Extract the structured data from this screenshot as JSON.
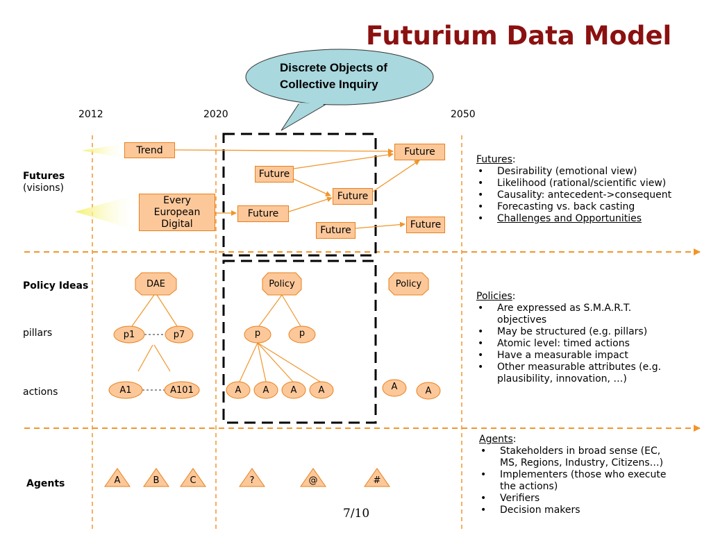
{
  "title": "Futurium Data Model",
  "bubble": {
    "line1": "Discrete Objects of",
    "line2": "Collective Inquiry"
  },
  "years": [
    "2012",
    "2020",
    "2050"
  ],
  "row_labels": {
    "futures": "Futures",
    "futures_sub": "(visions)",
    "policy_ideas": "Policy Ideas",
    "pillars": "pillars",
    "actions": "actions",
    "agents": "Agents"
  },
  "futures_nodes": {
    "trend": "Trend",
    "eed_line1": "Every",
    "eed_line2": "European",
    "eed_line3": "Digital",
    "future": "Future"
  },
  "policy_nodes": {
    "dae": "DAE",
    "policy": "Policy",
    "p1": "p1",
    "p7": "p7",
    "p": "p",
    "a1": "A1",
    "a101": "A101",
    "a": "A"
  },
  "agent_nodes": [
    "A",
    "B",
    "C",
    "?",
    "@",
    "#"
  ],
  "futures_panel": {
    "heading": "Futures",
    "colon": ":",
    "items": [
      "Desirability (emotional view)",
      "Likelihood (rational/scientific view)",
      "Causality: antecedent->consequent",
      "Forecasting vs. back casting",
      "Challenges and Opportunities"
    ]
  },
  "policies_panel": {
    "heading": "Policies",
    "colon": ":",
    "items": [
      "Are expressed as S.M.A.R.T. objectives",
      "May be structured (e.g. pillars)",
      "Atomic level: timed actions",
      "Have a measurable impact",
      "Other measurable attributes (e.g. plausibility, innovation, …)"
    ]
  },
  "agents_panel": {
    "heading": "Agents",
    "colon": ":",
    "items": [
      "Stakeholders in broad sense (EC, MS, Regions, Industry, Citizens…)",
      "Implementers (those who execute the actions)",
      "Verifiers",
      "Decision makers"
    ]
  },
  "page_number": "7/10",
  "colors": {
    "title": "#8b1010",
    "node_fill": "#fcc89a",
    "node_border": "#e87f1a",
    "arrow": "#f0952a",
    "bubble_fill": "#a9d8de",
    "trend_beam": "#f6f28a"
  }
}
